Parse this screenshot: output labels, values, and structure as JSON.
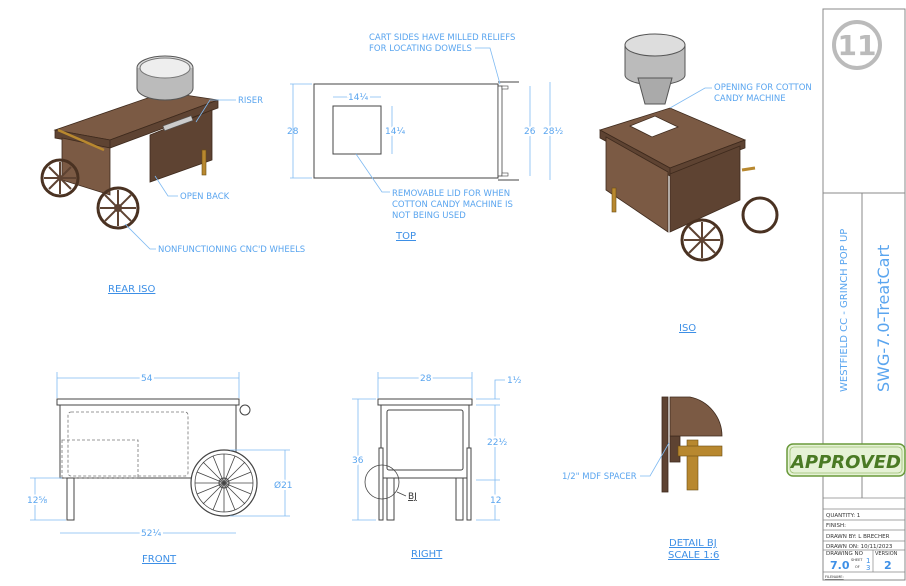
{
  "title_block": {
    "logo": "11",
    "project": "WESTFIELD CC - GRINCH POP UP",
    "part_name": "SWG-7.0-TreatCart",
    "quantity": "QUANTITY: 1",
    "finish": "FINISH:",
    "drawn_by": "DRAWN BY:  L BRECHER",
    "drawn_on": "DRAWN ON:  10/11/2023",
    "drawing_no_label": "DRAWING NO",
    "drawing_no": "7.0",
    "sheet_label": "SHEET",
    "sheet": "1",
    "of_label": "OF",
    "sheet_total": "3",
    "version_label": "VERSION",
    "version": "2",
    "filename_label": "FILENAME:"
  },
  "stamp": "APPROVED",
  "views": {
    "rear_iso": {
      "label": "REAR ISO",
      "notes": [
        "RISER",
        "OPEN BACK",
        "NONFUNCTIONING CNC'D WHEELS"
      ]
    },
    "top": {
      "label": "TOP",
      "notes": [
        "CART SIDES HAVE MILLED RELIEFS",
        "FOR LOCATING DOWELS",
        "REMOVABLE LID FOR WHEN",
        "COTTON CANDY MACHINE IS",
        "NOT BEING USED"
      ],
      "dims": {
        "depth": "28",
        "lid_w": "14¼",
        "lid_h": "14¼",
        "inner": "26",
        "outer": "28½"
      }
    },
    "iso": {
      "label": "ISO",
      "notes": [
        "OPENING FOR COTTON",
        "CANDY MACHINE"
      ]
    },
    "front": {
      "label": "FRONT",
      "dims": {
        "length": "54",
        "leg": "12⅝",
        "base": "52¼",
        "wheel": "Ø21"
      }
    },
    "right": {
      "label": "RIGHT",
      "dims": {
        "width": "28",
        "height": "36",
        "top": "1½",
        "body": "22½",
        "leg": "12"
      },
      "detail_callout": "BJ"
    },
    "detail": {
      "label": "DETAIL BJ",
      "scale": "SCALE 1:6",
      "note": "1/2\" MDF SPACER"
    }
  }
}
